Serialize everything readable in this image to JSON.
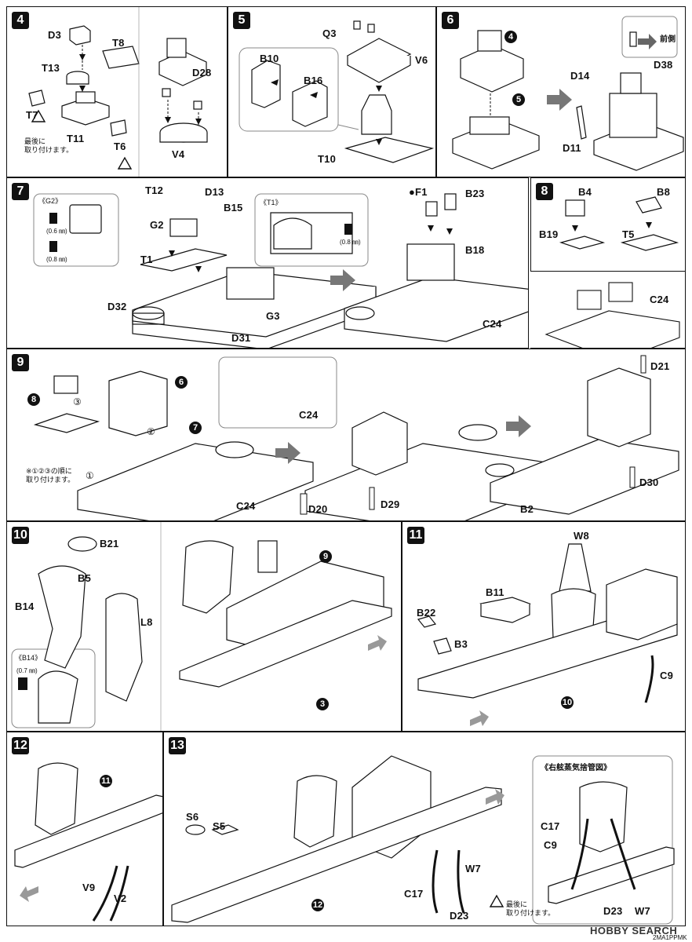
{
  "steps": {
    "s4": {
      "num": "4",
      "labels": {
        "D3": "D3",
        "T8": "T8",
        "T13": "T13",
        "D28": "D28",
        "T7": "T7",
        "T11": "T11",
        "T6": "T6",
        "V4": "V4"
      },
      "note_last": "最後に\n取り付けます。"
    },
    "s5": {
      "num": "5",
      "labels": {
        "Q3": "Q3",
        "V6": "V6",
        "B10": "B10",
        "B16": "B16",
        "T10": "T10"
      }
    },
    "s6": {
      "num": "6",
      "labels": {
        "D14": "D14",
        "D38": "D38",
        "D11": "D11"
      },
      "ref4": "4",
      "ref5": "5",
      "forward": "前側"
    },
    "s7": {
      "num": "7",
      "labels": {
        "T12": "T12",
        "D13": "D13",
        "G2": "G2",
        "B15": "B15",
        "T1": "T1",
        "D32": "D32",
        "G3": "G3",
        "D31": "D31",
        "F1": "●F1",
        "B23": "B23",
        "B18": "B18",
        "C24a": "C24",
        "C24b": "C24"
      },
      "callout_g2": "《G2》",
      "callout_t1": "《T1》",
      "drill_06": "(0.6 ㎜)",
      "drill_08a": "(0.8 ㎜)",
      "drill_08b": "(0.8 ㎜)"
    },
    "s8": {
      "num": "8",
      "labels": {
        "B4": "B4",
        "B8": "B8",
        "B19": "B19",
        "T5": "T5"
      }
    },
    "s9": {
      "num": "9",
      "labels": {
        "C24a": "C24",
        "C24b": "C24",
        "D20": "D20",
        "D29": "D29",
        "D21": "D21",
        "D30": "D30",
        "B2": "B2"
      },
      "ref6": "6",
      "ref7": "7",
      "ref8": "8",
      "order1": "①",
      "order2": "②",
      "order3": "③",
      "note_order": "※①②③の順に\n取り付けます。"
    },
    "s10": {
      "num": "10",
      "labels": {
        "B21": "B21",
        "B5": "B5",
        "B14": "B14",
        "L8": "L8"
      },
      "callout_b14": "《B14》",
      "drill_07": "(0.7 ㎜)",
      "ref9": "9",
      "ref3": "3"
    },
    "s11": {
      "num": "11",
      "labels": {
        "W8": "W8",
        "B11": "B11",
        "B22": "B22",
        "B3": "B3",
        "C9": "C9"
      },
      "ref10": "10"
    },
    "s12": {
      "num": "12",
      "labels": {
        "V9": "V9",
        "V2": "V2"
      },
      "ref11": "11"
    },
    "s13": {
      "num": "13",
      "labels": {
        "S6": "S6",
        "S5": "S5",
        "W7": "W7",
        "C17": "C17",
        "D23": "D23",
        "C17b": "C17",
        "C9b": "C9",
        "D23b": "D23",
        "W7b": "W7"
      },
      "ref12": "12",
      "note_last": "最後に\n取り付けます。",
      "inset_title": "《右舷蒸気捨管図》"
    }
  },
  "footer": {
    "logo": "HOBBY SEARCH",
    "code": "2MA1PPMK"
  },
  "colors": {
    "ink": "#111111",
    "arrow_gray": "#777777",
    "paper": "#ffffff"
  }
}
